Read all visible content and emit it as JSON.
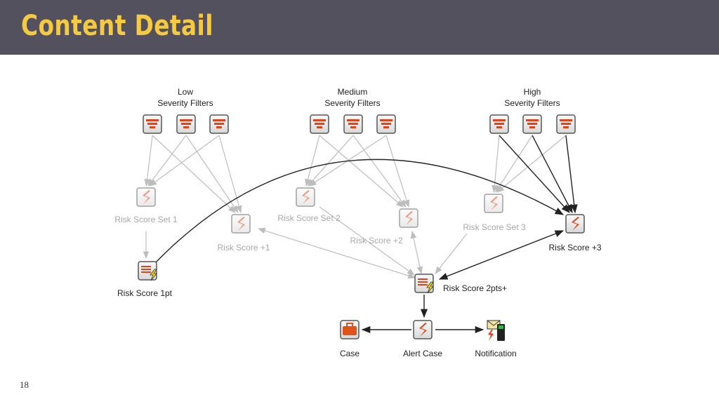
{
  "header": {
    "title": "Content Detail"
  },
  "page_number": "18",
  "colors": {
    "header_bg": "#52515d",
    "title": "#f6c942",
    "accent": "#e0441a",
    "edge_gray": "#bdbdbd",
    "edge_dark": "#222222"
  },
  "groups": [
    {
      "line1": "Low",
      "line2": "Severity Filters"
    },
    {
      "line1": "Medium",
      "line2": "Severity Filters"
    },
    {
      "line1": "High",
      "line2": "Severity Filters"
    }
  ],
  "nodes": {
    "set1": "Risk Score Set 1",
    "plus1": "Risk Score +1",
    "set2": "Risk Score Set 2",
    "plus2": "Risk Score +2",
    "set3": "Risk Score Set 3",
    "plus3": "Risk Score +3",
    "pt1": "Risk Score 1pt",
    "pts2": "Risk Score 2pts+",
    "case": "Case",
    "alert": "Alert Case",
    "notification": "Notification"
  }
}
